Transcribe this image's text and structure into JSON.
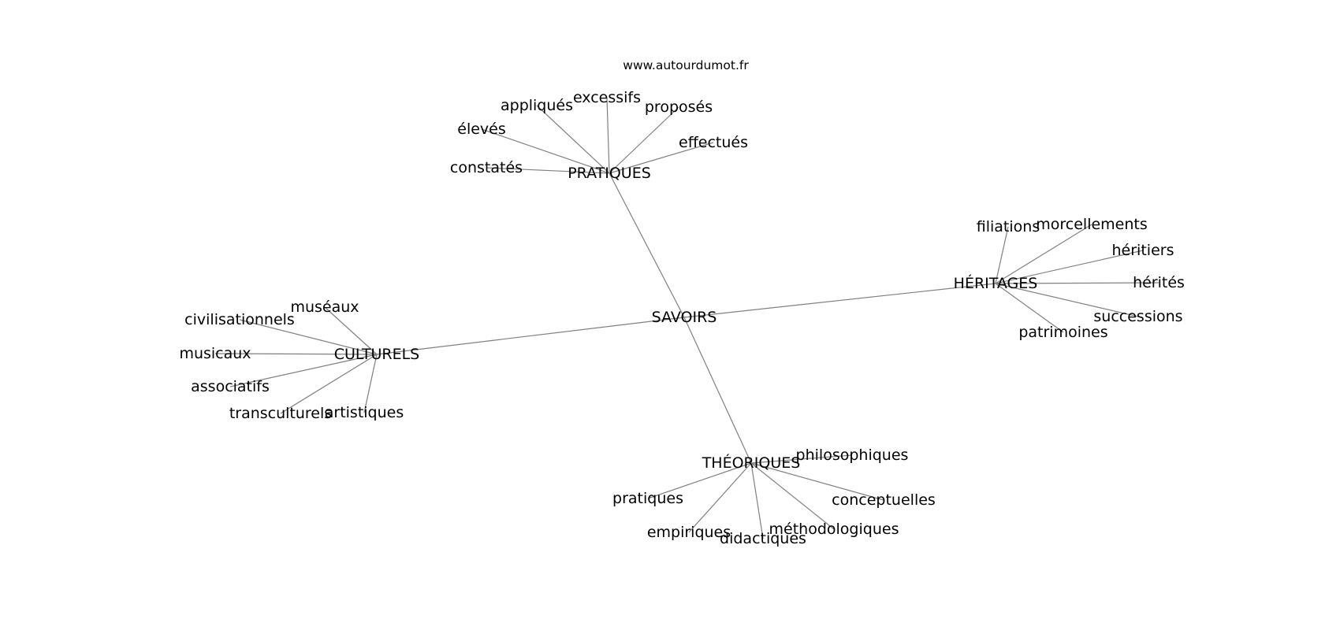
{
  "source": "www.autourdumot.fr",
  "center": "SAVOIRS",
  "branches": [
    {
      "label": "PRATIQUES",
      "leaves": [
        "constatés",
        "élevés",
        "appliqués",
        "excessifs",
        "proposés",
        "effectués"
      ]
    },
    {
      "label": "HÉRITAGES",
      "leaves": [
        "filiations",
        "morcellements",
        "héritiers",
        "hérités",
        "successions",
        "patrimoines"
      ]
    },
    {
      "label": "CULTURELS",
      "leaves": [
        "muséaux",
        "civilisationnels",
        "musicaux",
        "associatifs",
        "transculturels",
        "artistiques"
      ]
    },
    {
      "label": "THÉORIQUES",
      "leaves": [
        "philosophiques",
        "conceptuelles",
        "méthodologiques",
        "didactiques",
        "empiriques",
        "pratiques"
      ]
    }
  ]
}
